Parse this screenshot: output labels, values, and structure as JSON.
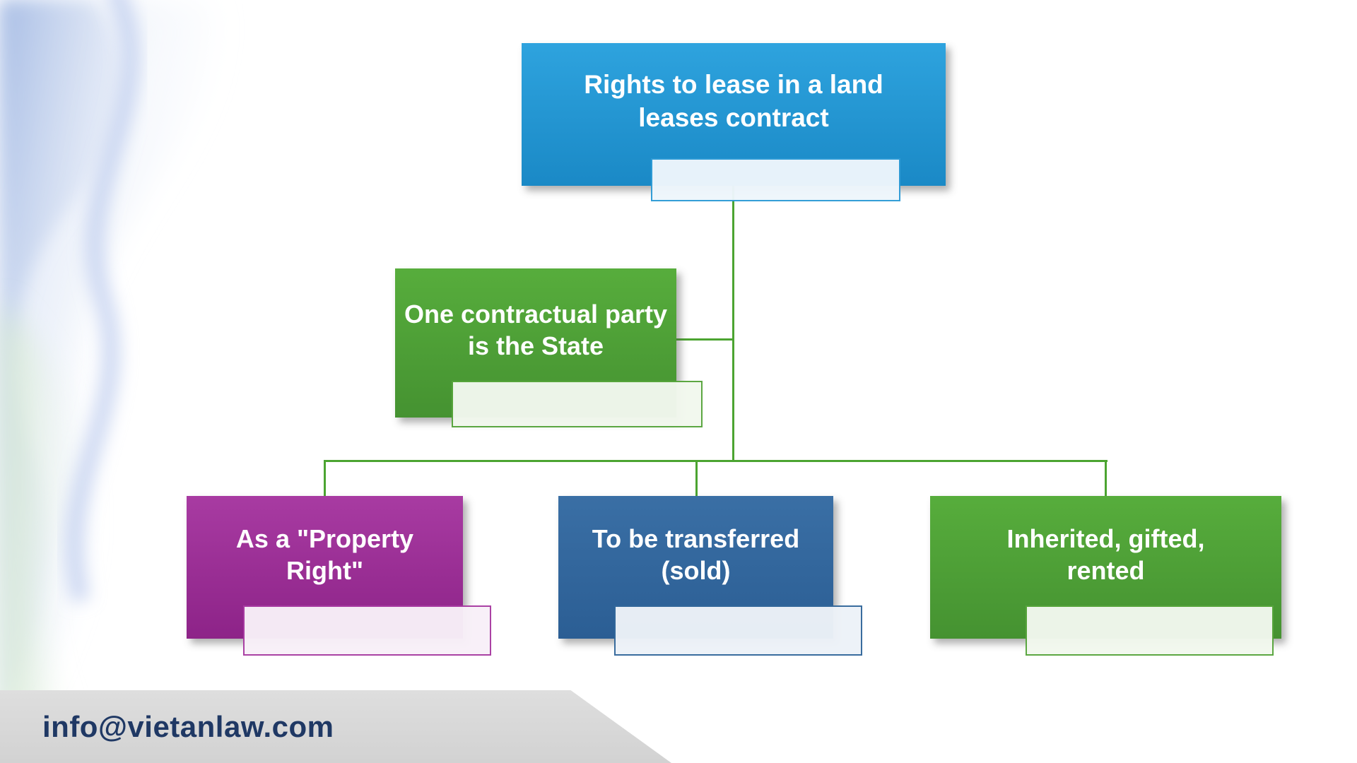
{
  "diagram": {
    "root_node": {
      "label": "Rights to lease in a land leases contract"
    },
    "condition_node": {
      "label": "One contractual party is the State"
    },
    "leaf_nodes": [
      {
        "label": "As a \"Property Right\""
      },
      {
        "label": "To be transferred (sold)"
      },
      {
        "label": "Inherited, gifted, rented"
      }
    ]
  },
  "footer": {
    "email": "info@vietanlaw.com"
  },
  "colors": {
    "root_blue": "#1f97d4",
    "green": "#4fa636",
    "purple": "#a2309d",
    "steel_blue": "#33689b",
    "connector_green": "#4ca431",
    "banner_gray": "#d9d9d9",
    "email_text": "#1f3864"
  }
}
